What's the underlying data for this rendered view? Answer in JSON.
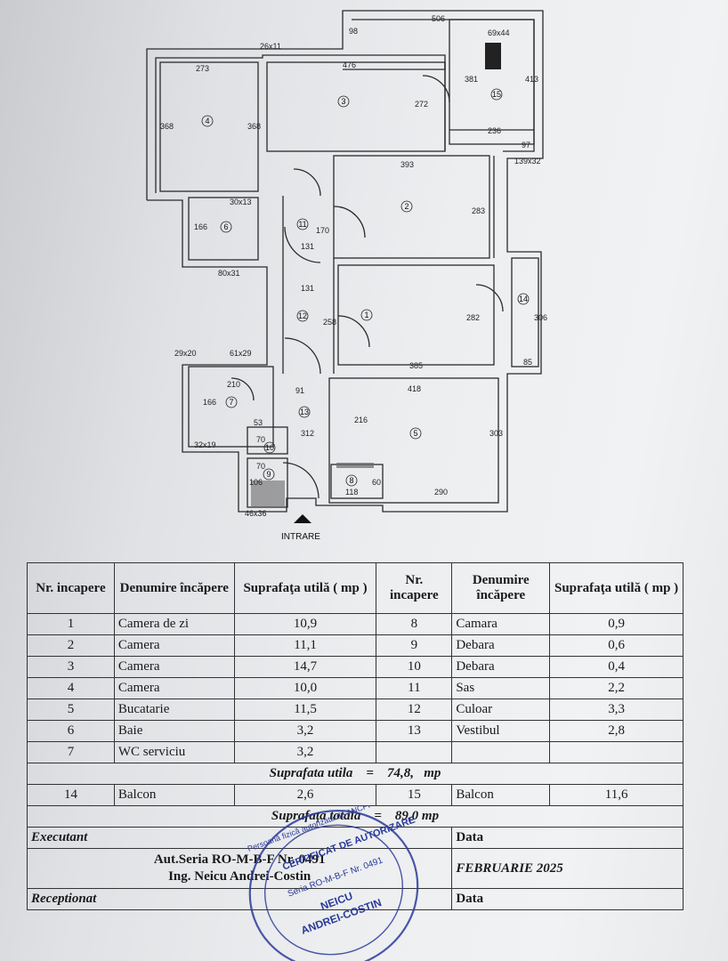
{
  "plan": {
    "entrance_label": "INTRARE",
    "dimensions": [
      "506",
      "98",
      "69x44",
      "381",
      "413",
      "236",
      "97",
      "139x32",
      "26x11",
      "273",
      "476",
      "368",
      "368",
      "272",
      "393",
      "283",
      "30x13",
      "170",
      "131",
      "166",
      "80x31",
      "131",
      "258",
      "282",
      "306",
      "85",
      "385",
      "29x20",
      "61x29",
      "210",
      "166",
      "91",
      "418",
      "53",
      "70",
      "312",
      "216",
      "303",
      "32x19",
      "70",
      "106",
      "60",
      "118",
      "290",
      "46x36"
    ],
    "room_numbers": [
      "1",
      "2",
      "3",
      "4",
      "5",
      "6",
      "7",
      "8",
      "9",
      "10",
      "11",
      "12",
      "13",
      "14",
      "15"
    ]
  },
  "table": {
    "headers": {
      "nr": "Nr. incapere",
      "name": "Denumire încăpere",
      "area": "Suprafaţa utilă ( mp )",
      "nr2": "Nr. incapere",
      "name2": "Denumire încăpere",
      "area2": "Suprafaţa utilă ( mp )"
    },
    "rows": [
      {
        "nr": "1",
        "name": "Camera de zi",
        "area": "10,9",
        "nr2": "8",
        "name2": "Camara",
        "area2": "0,9"
      },
      {
        "nr": "2",
        "name": "Camera",
        "area": "11,1",
        "nr2": "9",
        "name2": "Debara",
        "area2": "0,6"
      },
      {
        "nr": "3",
        "name": "Camera",
        "area": "14,7",
        "nr2": "10",
        "name2": "Debara",
        "area2": "0,4"
      },
      {
        "nr": "4",
        "name": "Camera",
        "area": "10,0",
        "nr2": "11",
        "name2": "Sas",
        "area2": "2,2"
      },
      {
        "nr": "5",
        "name": "Bucatarie",
        "area": "11,5",
        "nr2": "12",
        "name2": "Culoar",
        "area2": "3,3"
      },
      {
        "nr": "6",
        "name": "Baie",
        "area": "3,2",
        "nr2": "13",
        "name2": "Vestibul",
        "area2": "2,8"
      },
      {
        "nr": "7",
        "name": "WC serviciu",
        "area": "3,2",
        "nr2": "",
        "name2": "",
        "area2": ""
      }
    ],
    "useful_total": {
      "label": "Suprafata utila",
      "eq": "=",
      "value": "74,8,",
      "unit": "mp"
    },
    "balcony_row": {
      "nr": "14",
      "name": "Balcon",
      "area": "2,6",
      "nr2": "15",
      "name2": "Balcon",
      "area2": "11,6"
    },
    "grand_total": {
      "label": "Suprafaţa totala",
      "eq": "=",
      "value": "89,0 mp"
    },
    "executant_label": "Executant",
    "data_label": "Data",
    "authorization": "Aut.Seria RO-M-B-F Nr. 0491",
    "engineer": "Ing. Neicu Andrei-Costin",
    "date_value": "FEBRUARIE  2025",
    "receptionat_label": "Receptionat",
    "data_label2": "Data"
  },
  "stamp": {
    "top_text": "CERTIFICAT DE AUTORIZARE",
    "series": "Seria RO-M-B-F Nr. 0491",
    "name_line1": "NEICU",
    "name_line2": "ANDREI-COSTIN",
    "ring_text": "Persoană fizică autorizată de ANCPI să execute lucrări de specialitate"
  },
  "colors": {
    "ink": "#1a1a1a",
    "stamp": "#2a3a9a"
  }
}
